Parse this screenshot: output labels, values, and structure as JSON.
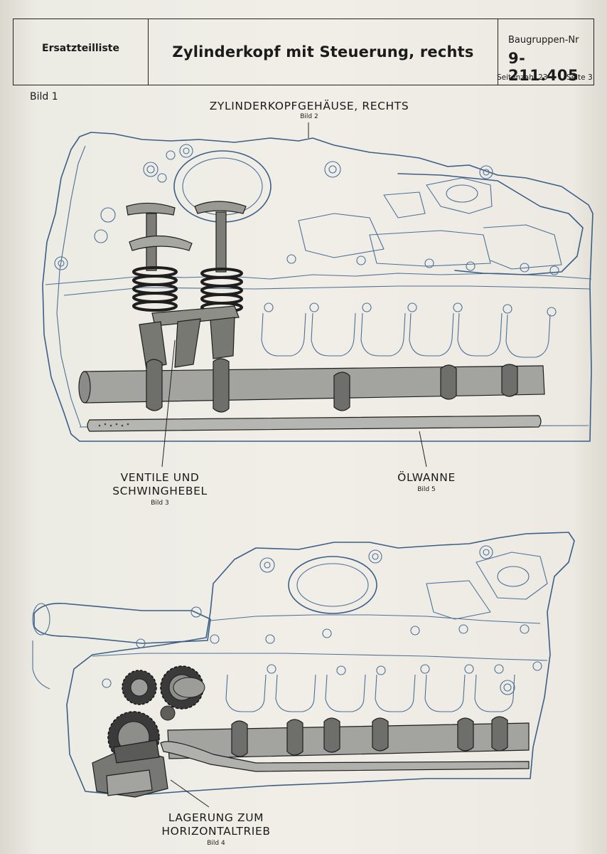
{
  "header": {
    "left_label": "Ersatzteilliste",
    "title": "Zylinderkopf mit Steuerung, rechts",
    "group_label": "Baugruppen-Nr",
    "group_number": "9-211.405",
    "pages_total": "Seitenzahl 23",
    "page": "Seite 3"
  },
  "figure": {
    "label": "Bild 1",
    "callouts": {
      "housing": {
        "title": "ZYLINDERKOPFGEHÄUSE, RECHTS",
        "ref": "Bild 2"
      },
      "valves": {
        "title_line1": "VENTILE UND",
        "title_line2": "SCHWINGHEBEL",
        "ref": "Bild 3"
      },
      "oil_pan": {
        "title": "ÖLWANNE",
        "ref": "Bild 5"
      },
      "bearing": {
        "title_line1": "LAGERUNG ZUM",
        "title_line2": "HORIZONTALTRIEB",
        "ref": "Bild 4"
      }
    }
  },
  "colors": {
    "outline_blue": "#3c5f86",
    "ink": "#1e1e1e",
    "paper": "#f0eee7"
  },
  "icons": [
    "cylinder-head-drawing",
    "valve-spring-icon",
    "camshaft-icon",
    "gear-icon",
    "oil-pipe-icon"
  ]
}
